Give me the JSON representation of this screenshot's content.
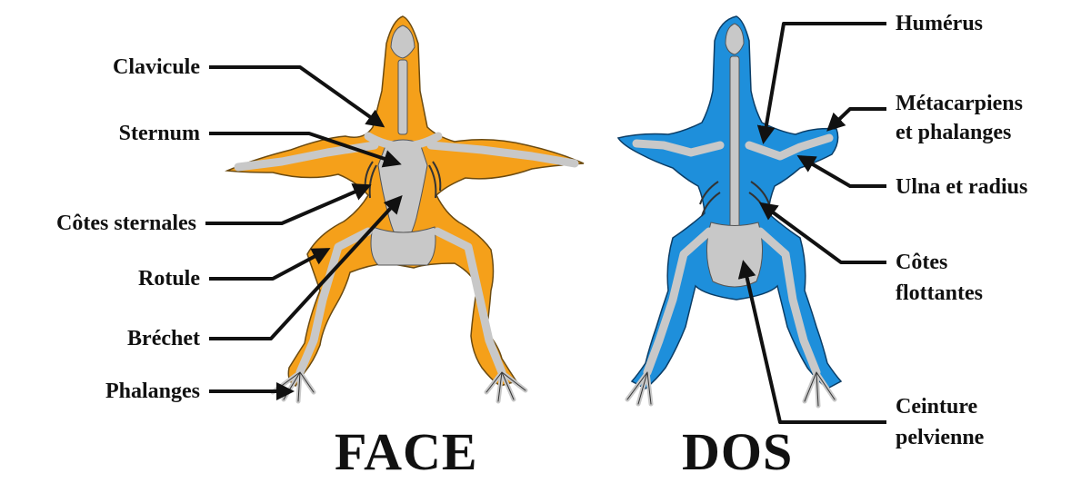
{
  "views": {
    "front": {
      "title": "FACE",
      "body_color": "#F5A01A"
    },
    "back": {
      "title": "DOS",
      "body_color": "#1E8FDB"
    }
  },
  "bone_color": "#C8C8C8",
  "labels_left": {
    "clavicule": "Clavicule",
    "sternum": "Sternum",
    "cotes_sternales": "Côtes sternales",
    "rotule": "Rotule",
    "brechet": "Bréchet",
    "phalanges": "Phalanges"
  },
  "labels_right": {
    "humerus": "Humérus",
    "metacarpiens_1": "Métacarpiens",
    "metacarpiens_2": "et phalanges",
    "ulna": "Ulna et radius",
    "cotes_flottantes_1": "Côtes",
    "cotes_flottantes_2": "flottantes",
    "ceinture_1": "Ceinture",
    "ceinture_2": "pelvienne"
  }
}
